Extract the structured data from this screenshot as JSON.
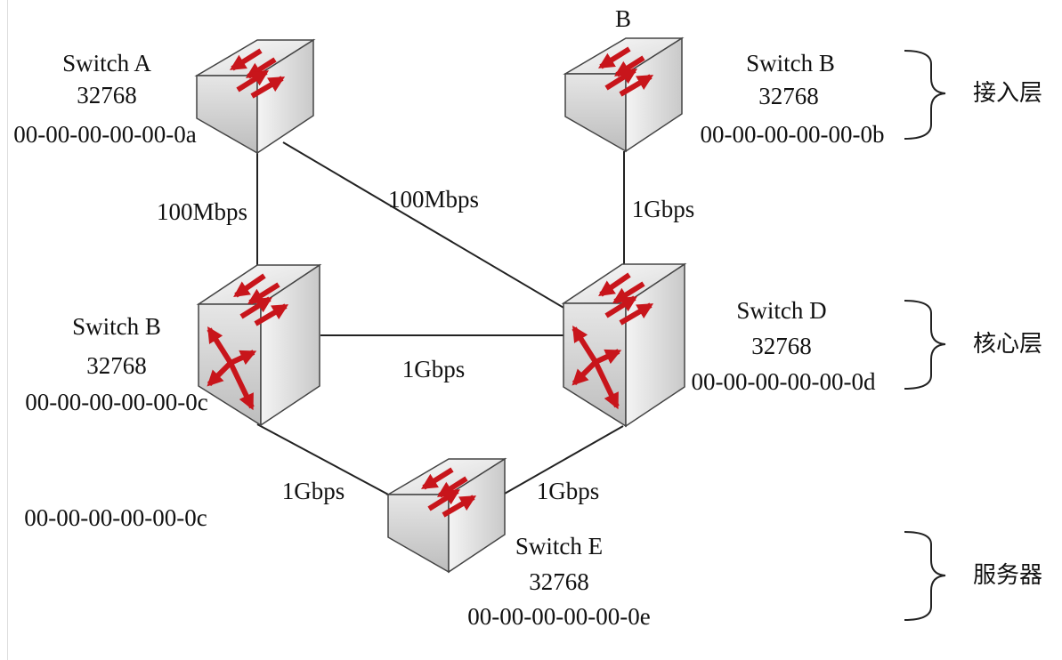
{
  "switches": {
    "a": {
      "name": "Switch A",
      "priority": "32768",
      "mac": "00-00-00-00-00-0a"
    },
    "b_top": {
      "top_label": "B",
      "name": "Switch B",
      "priority": "32768",
      "mac": "00-00-00-00-00-0b"
    },
    "c": {
      "name": "Switch B",
      "priority": "32768",
      "mac": "00-00-00-00-00-0c"
    },
    "d": {
      "name": "Switch D",
      "priority": "32768",
      "mac": "00-00-00-00-00-0d"
    },
    "e": {
      "name": "Switch E",
      "priority": "32768",
      "mac": "00-00-00-00-00-0e"
    }
  },
  "extra_label": "00-00-00-00-00-0c",
  "links": {
    "a_c": "100Mbps",
    "a_d": "100Mbps",
    "b_d": "1Gbps",
    "c_d": "1Gbps",
    "c_e": "1Gbps",
    "d_e": "1Gbps"
  },
  "layers": {
    "access": "接入层",
    "core": "核心层",
    "server": "服务器"
  },
  "colors": {
    "arrow": "#c8151b",
    "line": "#222222",
    "box_top": "#ececec",
    "box_front": "#d0d0d0",
    "box_side": "#b4b4b4"
  }
}
